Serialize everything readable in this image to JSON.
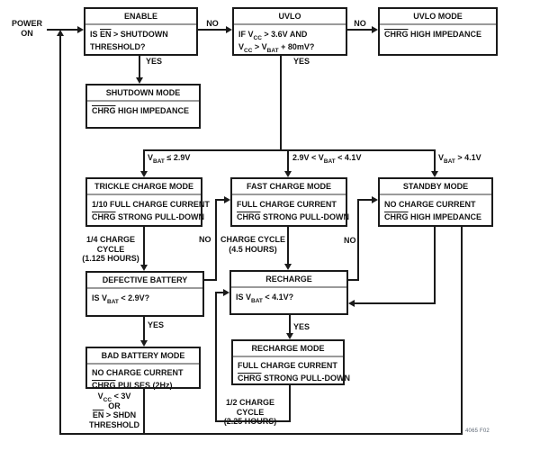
{
  "figure_code": "4065 F02",
  "colors": {
    "line": "#1a1a1a",
    "separator": "#9a9a9a",
    "background": "#ffffff"
  },
  "boxes": {
    "enable": {
      "title": "ENABLE",
      "lines": [
        "IS ^EN^ > SHUTDOWN",
        "THRESHOLD?"
      ]
    },
    "uvlo": {
      "title": "UVLO",
      "lines": [
        "IF V_{CC} > 3.6V AND",
        "V_{CC} > V_{BAT} + 80mV?"
      ]
    },
    "uvlo_mode": {
      "title": "UVLO MODE",
      "lines": [
        "^CHRG^ HIGH IMPEDANCE"
      ]
    },
    "shutdown_mode": {
      "title": "SHUTDOWN MODE",
      "lines": [
        "^CHRG^ HIGH IMPEDANCE"
      ]
    },
    "trickle": {
      "title": "TRICKLE CHARGE MODE",
      "lines": [
        "1/10 FULL CHARGE CURRENT",
        "^CHRG^ STRONG PULL-DOWN"
      ]
    },
    "fast": {
      "title": "FAST CHARGE MODE",
      "lines": [
        "FULL CHARGE CURRENT",
        "^CHRG^ STRONG PULL-DOWN"
      ]
    },
    "standby": {
      "title": "STANDBY MODE",
      "lines": [
        "NO CHARGE CURRENT",
        "^CHRG^ HIGH IMPEDANCE"
      ]
    },
    "defective": {
      "title": "DEFECTIVE BATTERY",
      "lines": [
        "IS V_{BAT} < 2.9V?"
      ]
    },
    "recharge": {
      "title": "RECHARGE",
      "lines": [
        "IS V_{BAT} < 4.1V?"
      ]
    },
    "bad_battery": {
      "title": "BAD BATTERY MODE",
      "lines": [
        "NO CHARGE CURRENT",
        "^CHRG^ PULSES (2Hz)"
      ]
    },
    "recharge_mode": {
      "title": "RECHARGE MODE",
      "lines": [
        "FULL CHARGE CURRENT",
        "^CHRG^ STRONG PULL-DOWN"
      ]
    }
  },
  "labels": {
    "power_on": "POWER\nON",
    "enable_no": "NO",
    "uvlo_no": "NO",
    "enable_yes": "YES",
    "uvlo_yes": "YES",
    "branch_left": "V_{BAT} ≤ 2.9V",
    "branch_mid": "2.9V < V_{BAT} < 4.1V",
    "branch_right": "V_{BAT} > 4.1V",
    "trickle_cycle": "1/4 CHARGE CYCLE\n(1.125 HOURS)",
    "fast_cycle": "CHARGE CYCLE\n(4.5 HOURS)",
    "defective_no": "NO",
    "recharge_no": "NO",
    "defective_yes": "YES",
    "recharge_yes": "YES",
    "recharge_cycle": "1/2 CHARGE CYCLE\n(2.25 HOURS)",
    "bad_battery_exit": "V_{CC} < 3V\nOR\n^EN^ > SHDN\nTHRESHOLD"
  }
}
